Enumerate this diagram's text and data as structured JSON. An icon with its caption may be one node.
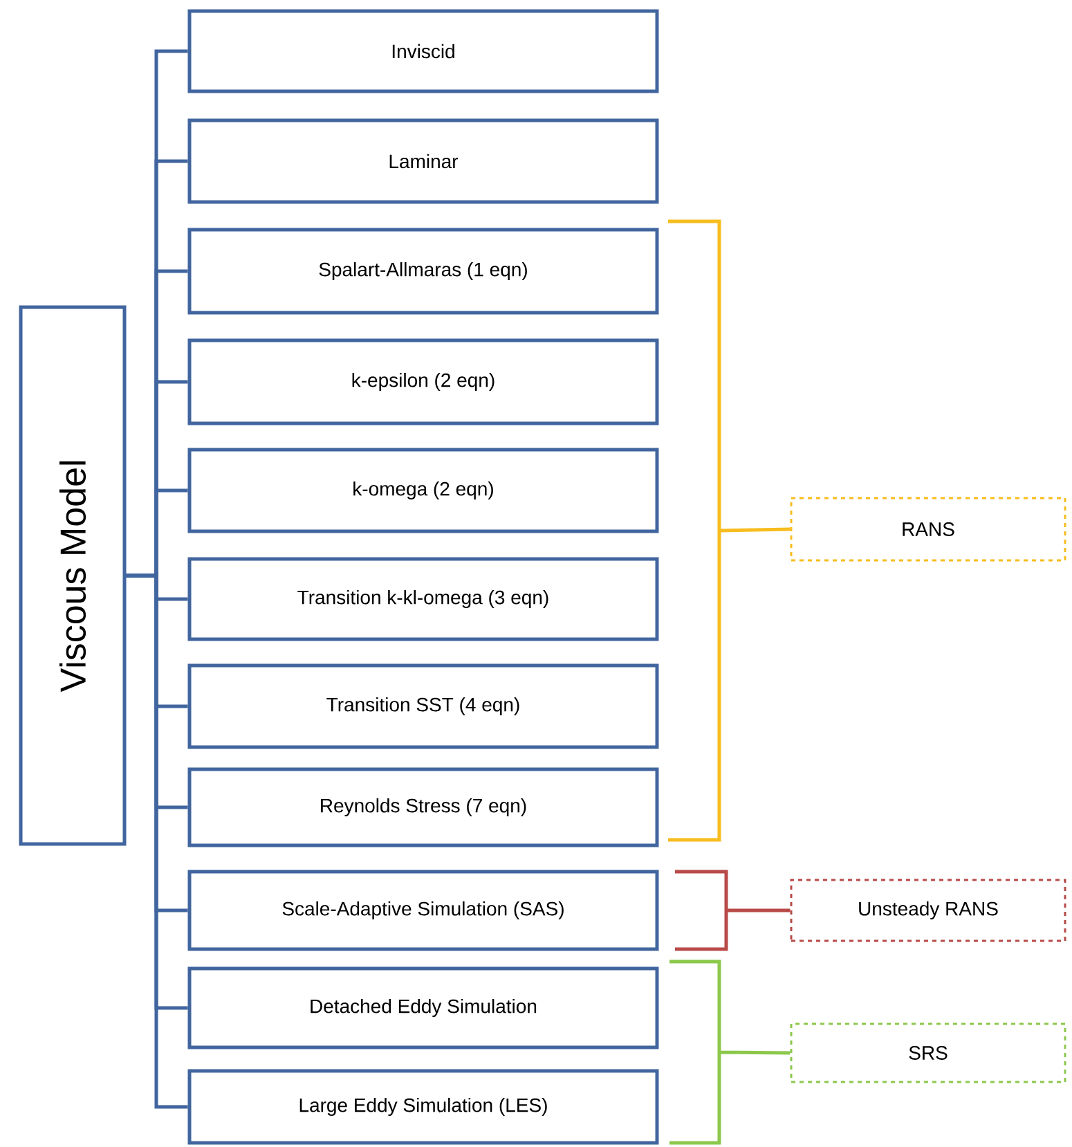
{
  "diagram": {
    "nodes": [
      {
        "text": [
          "Viscous Model"
        ]
      },
      {
        "text": [
          "Inviscid"
        ]
      },
      {
        "text": [
          "Laminar"
        ]
      },
      {
        "text": [
          "Spalart-Allmaras (1 eqn)"
        ]
      },
      {
        "text": [
          "k-epsilon (2 eqn)"
        ]
      },
      {
        "text": [
          "k-omega (2 eqn)"
        ]
      },
      {
        "text": [
          "Transition k-kl-omega (3 eqn)"
        ]
      },
      {
        "text": [
          "Transition SST (4 eqn)"
        ]
      },
      {
        "text": [
          "Reynolds Stress (7 eqn)"
        ]
      },
      {
        "text": [
          "Scale-Adaptive Simulation (SAS)"
        ]
      },
      {
        "text": [
          "Detached Eddy Simulation"
        ]
      },
      {
        "text": [
          "Large Eddy Simulation (LES)"
        ]
      },
      {
        "text": [
          "RANS"
        ]
      },
      {
        "text": [
          "Unsteady RANS"
        ]
      },
      {
        "text": [
          "SRS"
        ]
      }
    ],
    "edges": [
      {
        "from": 0,
        "to": 1,
        "arrow": "none"
      },
      {
        "from": 0,
        "to": 2,
        "arrow": "none"
      },
      {
        "from": 0,
        "to": 3,
        "arrow": "none"
      },
      {
        "from": 0,
        "to": 4,
        "arrow": "none"
      },
      {
        "from": 0,
        "to": 5,
        "arrow": "none"
      },
      {
        "from": 0,
        "to": 6,
        "arrow": "none"
      },
      {
        "from": 0,
        "to": 7,
        "arrow": "none"
      },
      {
        "from": 0,
        "to": 8,
        "arrow": "none"
      },
      {
        "from": 0,
        "to": 9,
        "arrow": "none"
      },
      {
        "from": 0,
        "to": 10,
        "arrow": "none"
      },
      {
        "from": 0,
        "to": 11,
        "arrow": "none"
      }
    ]
  }
}
